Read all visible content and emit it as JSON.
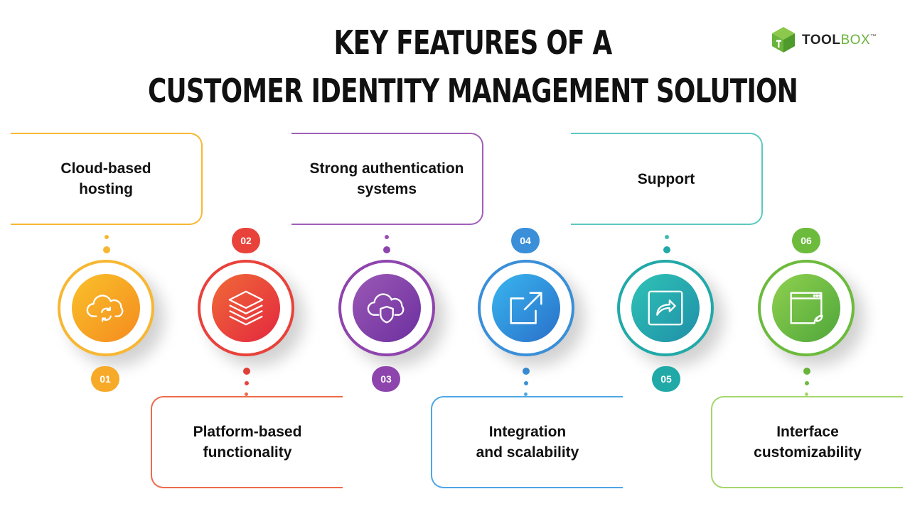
{
  "title": {
    "line1": "KEY FEATURES OF A",
    "line2": "CUSTOMER IDENTITY MANAGEMENT SOLUTION"
  },
  "logo": {
    "part1": "TOOL",
    "part2": "BOX",
    "mark": "™"
  },
  "features": [
    {
      "number": "01",
      "label": "Cloud-based\nhosting",
      "icon": "cloud-sync-icon",
      "color": "#f7a928"
    },
    {
      "number": "02",
      "label": "Platform-based\nfunctionality",
      "icon": "layers-icon",
      "color": "#e8423b"
    },
    {
      "number": "03",
      "label": "Strong authentication\nsystems",
      "icon": "cloud-shield-icon",
      "color": "#8e44ad"
    },
    {
      "number": "04",
      "label": "Integration\nand scalability",
      "icon": "expand-arrow-icon",
      "color": "#3a8fd8"
    },
    {
      "number": "05",
      "label": "Support",
      "icon": "share-arrow-icon",
      "color": "#21a9a8"
    },
    {
      "number": "06",
      "label": "Interface\ncustomizability",
      "icon": "browser-window-icon",
      "color": "#6cbb3c"
    }
  ]
}
